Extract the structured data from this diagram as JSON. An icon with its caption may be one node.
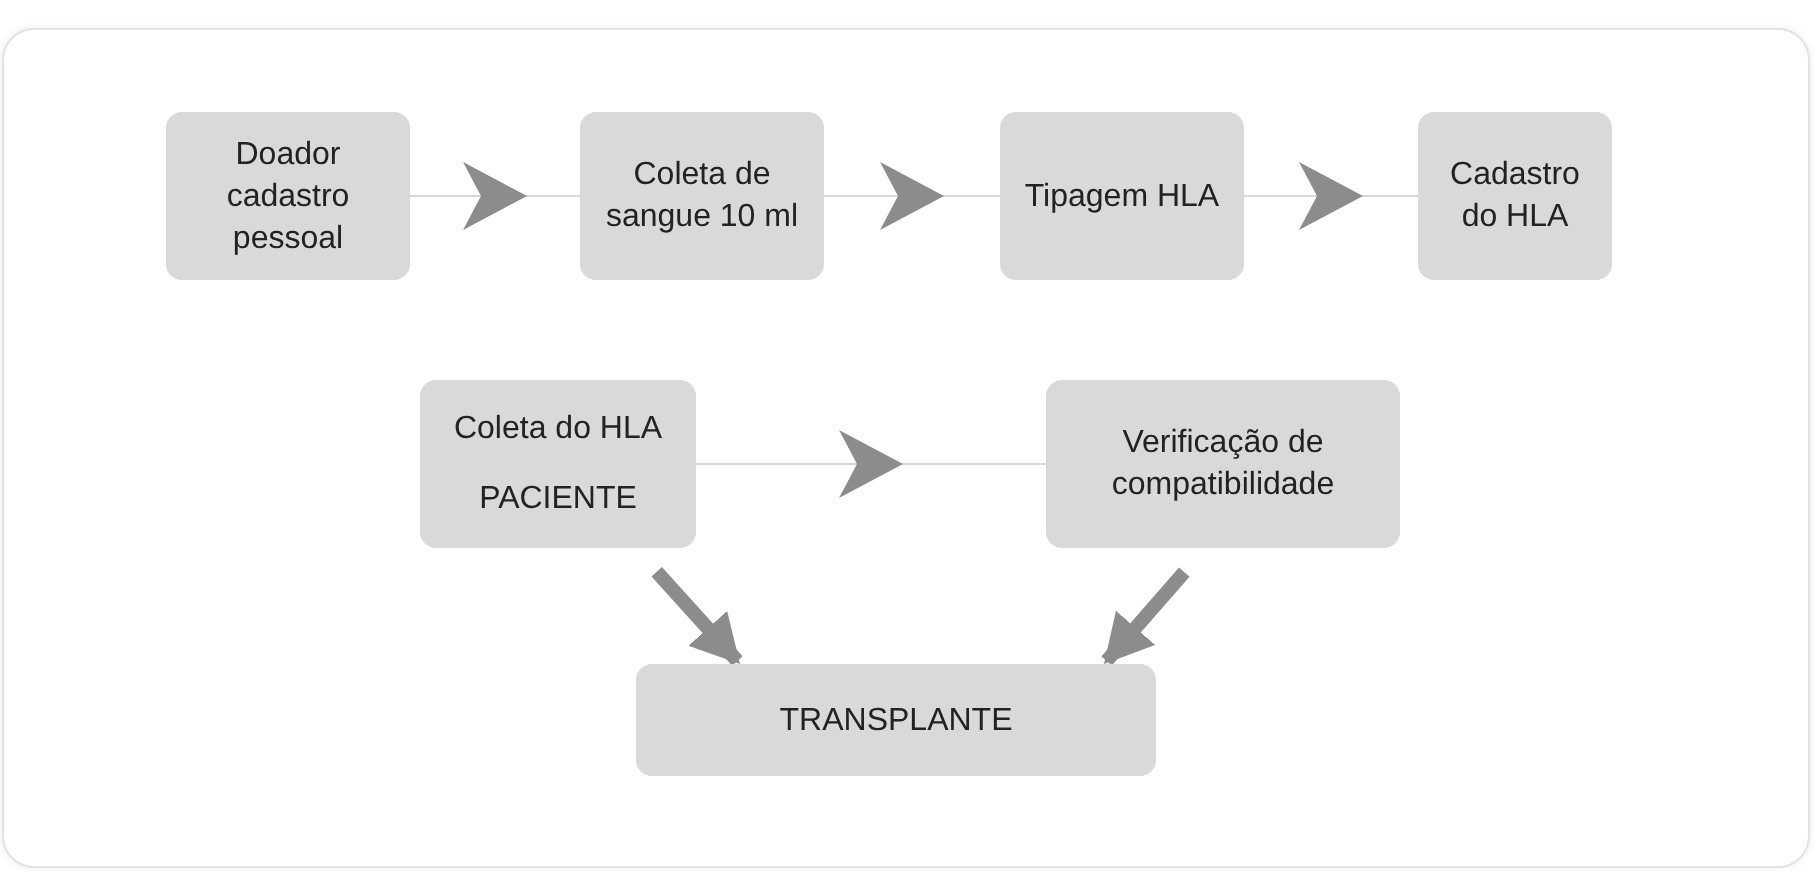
{
  "diagram": {
    "nodes": [
      {
        "text": [
          "Doador cadastro pessoal"
        ]
      },
      {
        "text": [
          "Coleta de sangue 10 ml"
        ]
      },
      {
        "text": [
          "Tipagem HLA"
        ]
      },
      {
        "text": [
          "Cadastro do HLA"
        ]
      },
      {
        "text": [
          "Coleta do HLA",
          "PACIENTE"
        ]
      },
      {
        "text": [
          "Verificação de compatibilidade"
        ]
      },
      {
        "text": [
          "TRANSPLANTE"
        ]
      }
    ],
    "edges": [
      {
        "from": 0,
        "to": 1,
        "arrow": "to"
      },
      {
        "from": 1,
        "to": 2,
        "arrow": "to"
      },
      {
        "from": 2,
        "to": 3,
        "arrow": "to"
      },
      {
        "from": 4,
        "to": 5,
        "arrow": "to"
      },
      {
        "from": 4,
        "to": 6,
        "arrow": "to",
        "style": "thick"
      },
      {
        "from": 5,
        "to": 6,
        "arrow": "to",
        "style": "thick"
      }
    ]
  }
}
